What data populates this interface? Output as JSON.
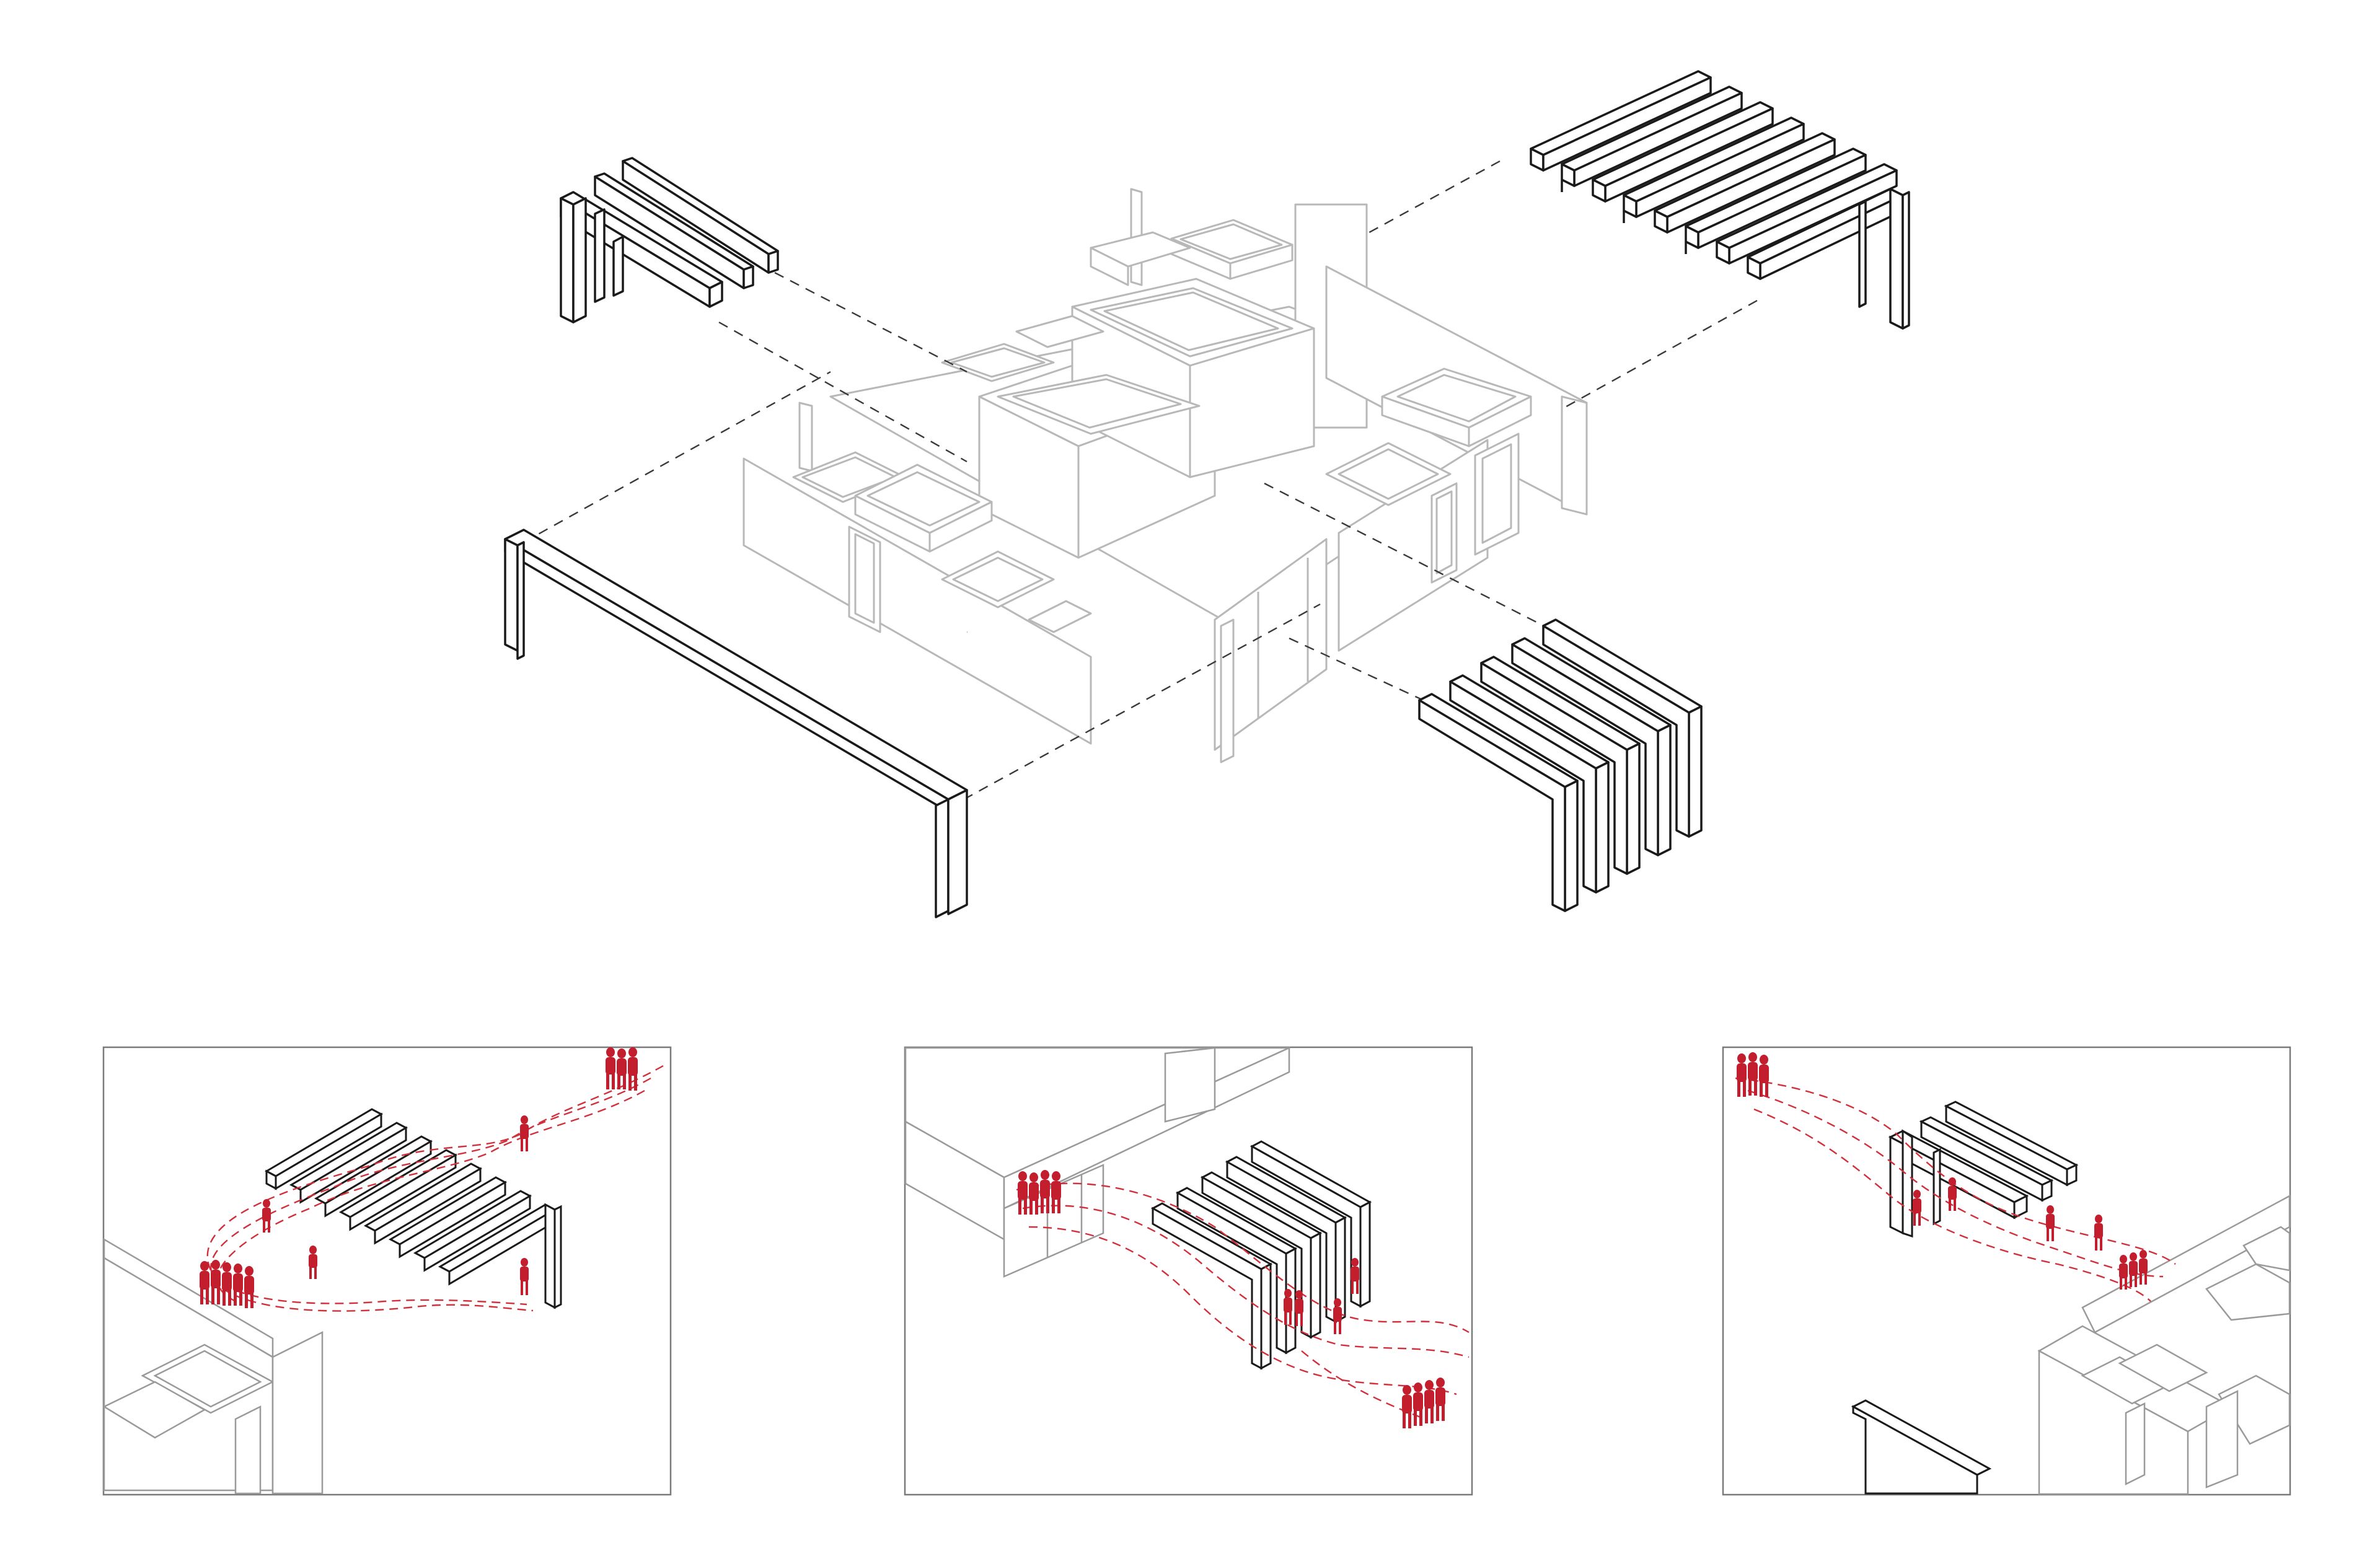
{
  "diagram": {
    "title": "",
    "texts": [],
    "colors": {
      "background": "#ffffff",
      "building_line": "#b8b8b8",
      "structure_line": "#1a1a1a",
      "dashed_line": "#3a3a3a",
      "people": "#c21e2e",
      "path": "#d0303c",
      "frame": "#7a7a7a"
    },
    "main_axonometric": {
      "building": "central-house-volumes",
      "canopies": [
        "long-portal-frame",
        "beam-canopy-northwest",
        "slatted-canopy-northeast",
        "portal-frames-southeast"
      ]
    },
    "panels": [
      {
        "id": "panel-1",
        "subject": "slatted-canopy",
        "people_groups": 7
      },
      {
        "id": "panel-2",
        "subject": "portal-frames",
        "people_groups": 5
      },
      {
        "id": "panel-3",
        "subject": "beam-canopy",
        "people_groups": 6
      }
    ]
  }
}
